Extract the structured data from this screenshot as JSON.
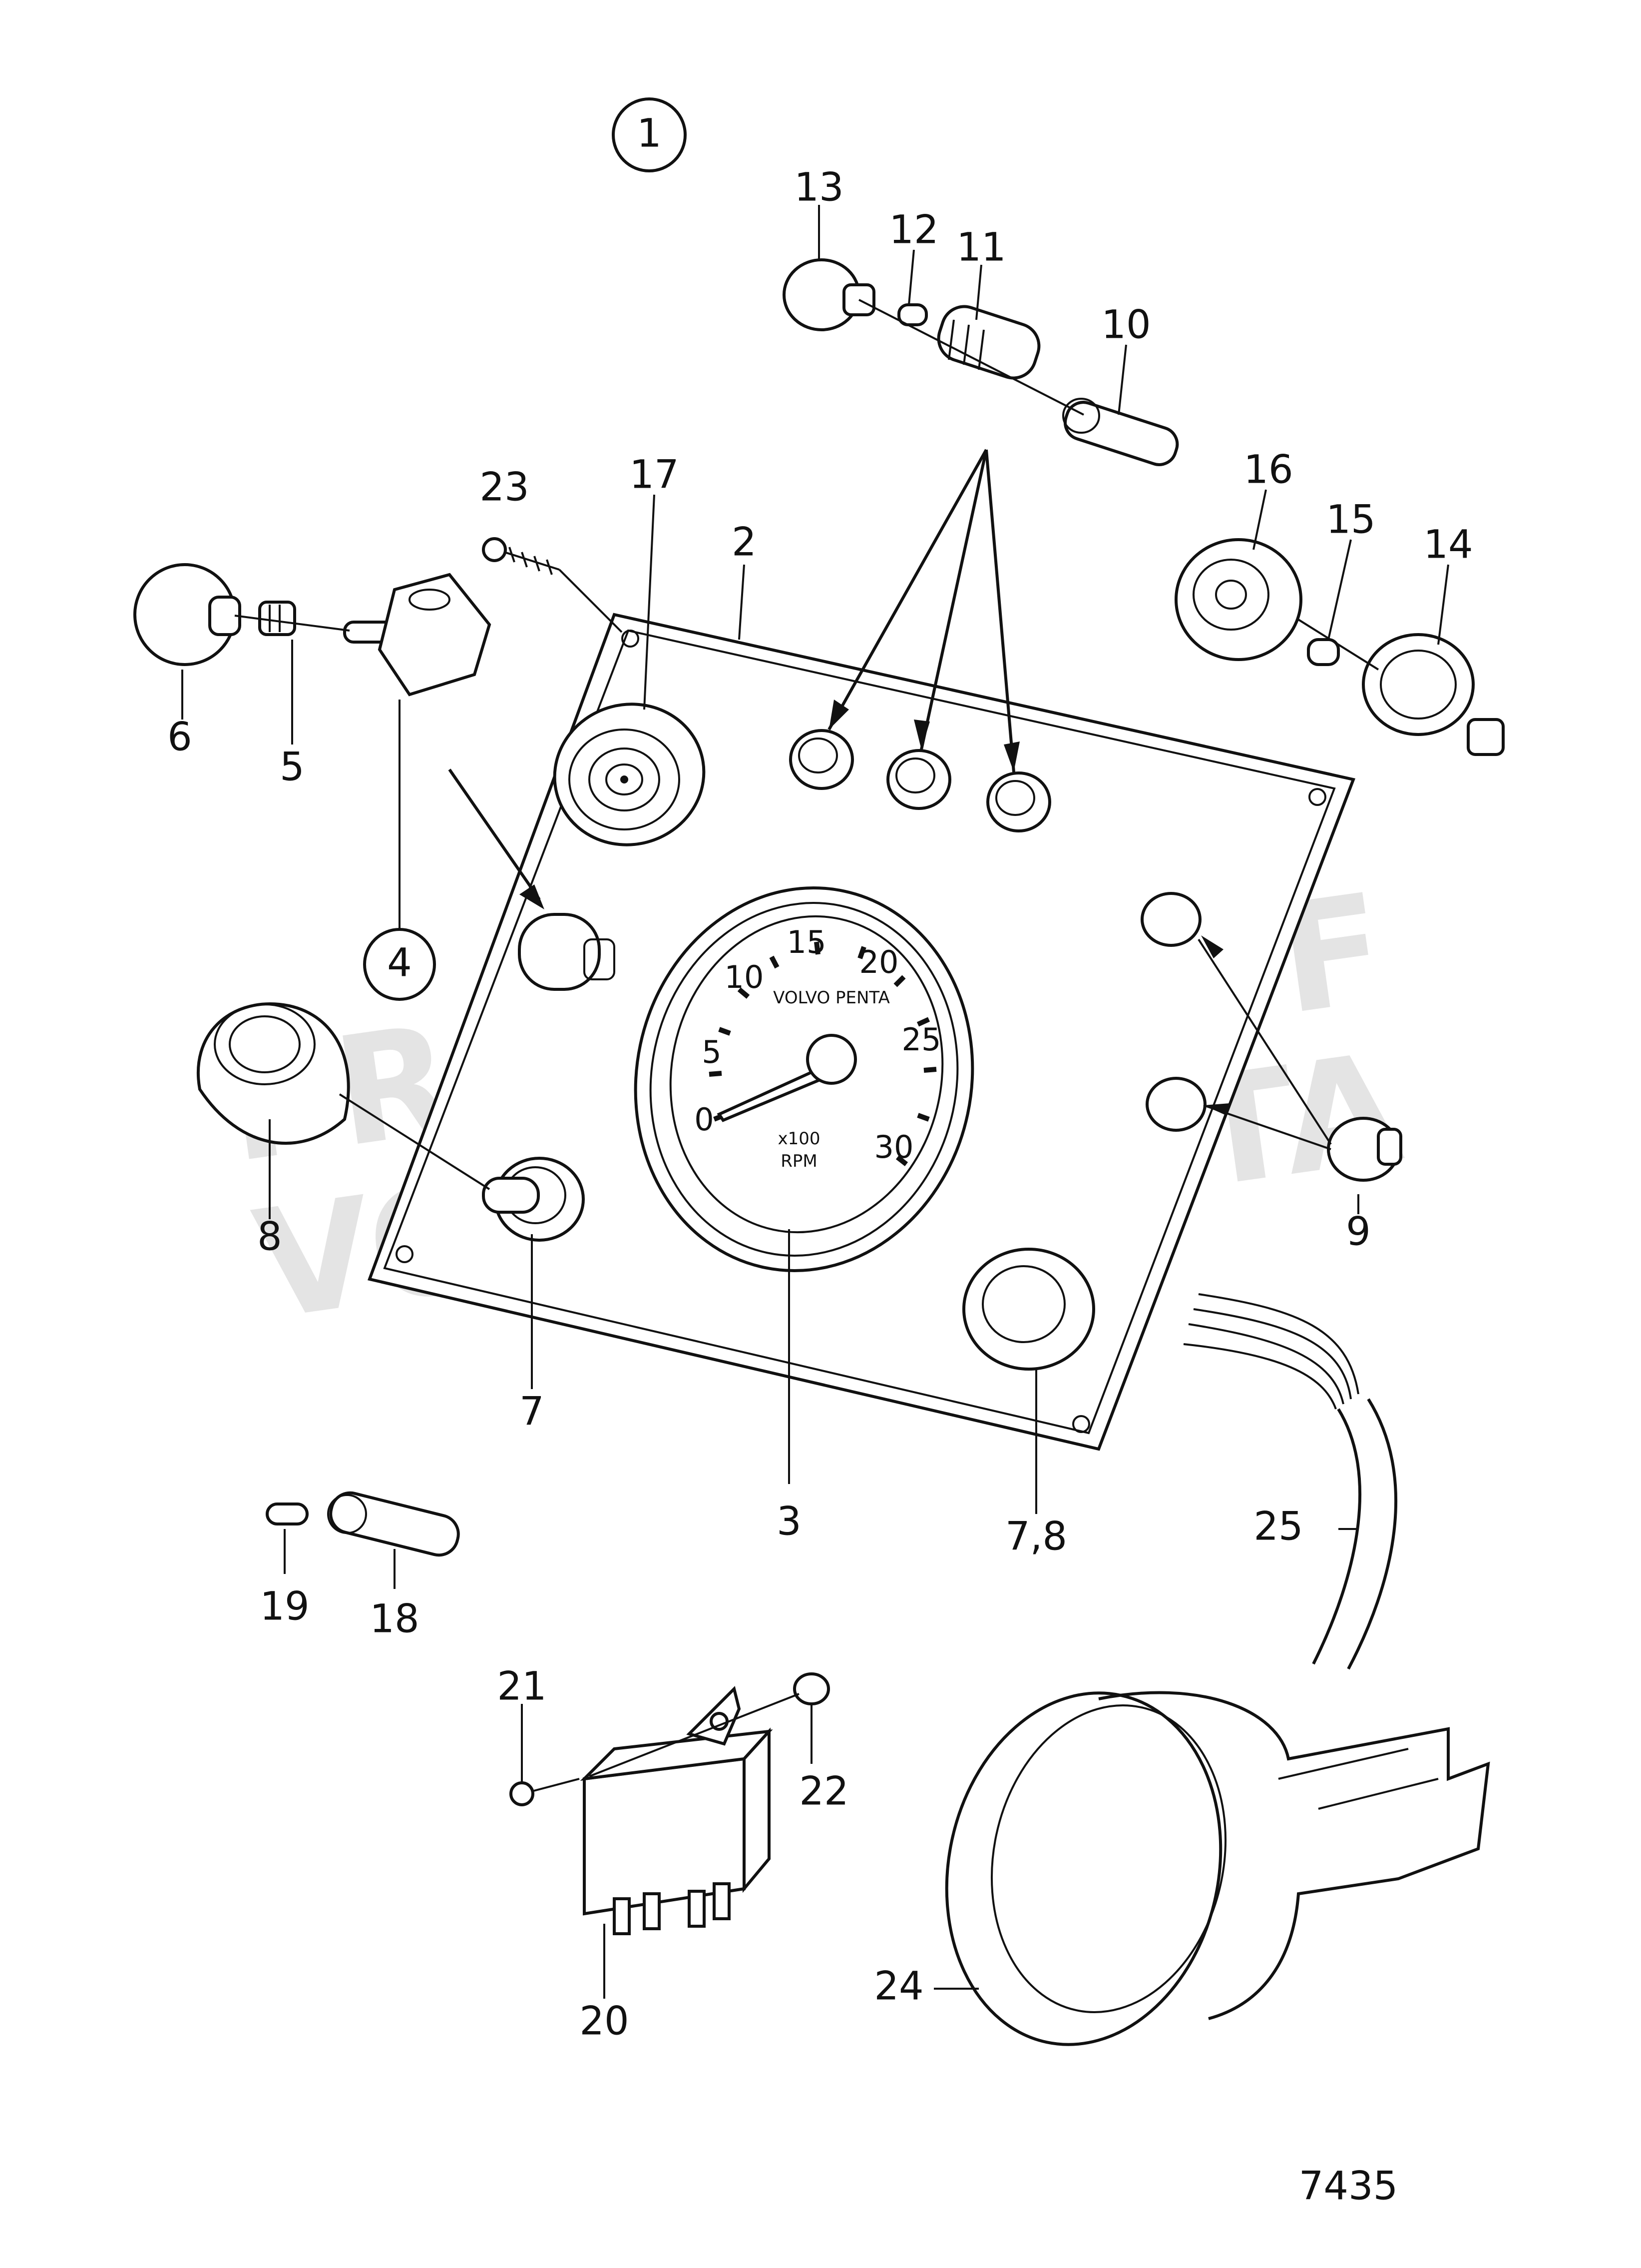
{
  "drawing_number": "7435",
  "group_number": "1",
  "watermark": {
    "line1": "PROPERTY OF",
    "line2": "VOLVO PENTA"
  },
  "tachometer": {
    "scale_labels": [
      "5",
      "10",
      "15",
      "20",
      "25",
      "30"
    ],
    "zero_label": "0",
    "brand": "VOLVO PENTA",
    "unit_line1": "x100",
    "unit_line2": "RPM"
  },
  "callouts": {
    "c2": "2",
    "c3": "3",
    "c4": "4",
    "c5": "5",
    "c6": "6",
    "c7": "7",
    "c78": "7,8",
    "c8": "8",
    "c9": "9",
    "c10": "10",
    "c11": "11",
    "c12": "12",
    "c13": "13",
    "c14": "14",
    "c15": "15",
    "c16": "16",
    "c17": "17",
    "c18": "18",
    "c19": "19",
    "c20": "20",
    "c21": "21",
    "c22": "22",
    "c23": "23",
    "c24": "24",
    "c25": "25"
  }
}
